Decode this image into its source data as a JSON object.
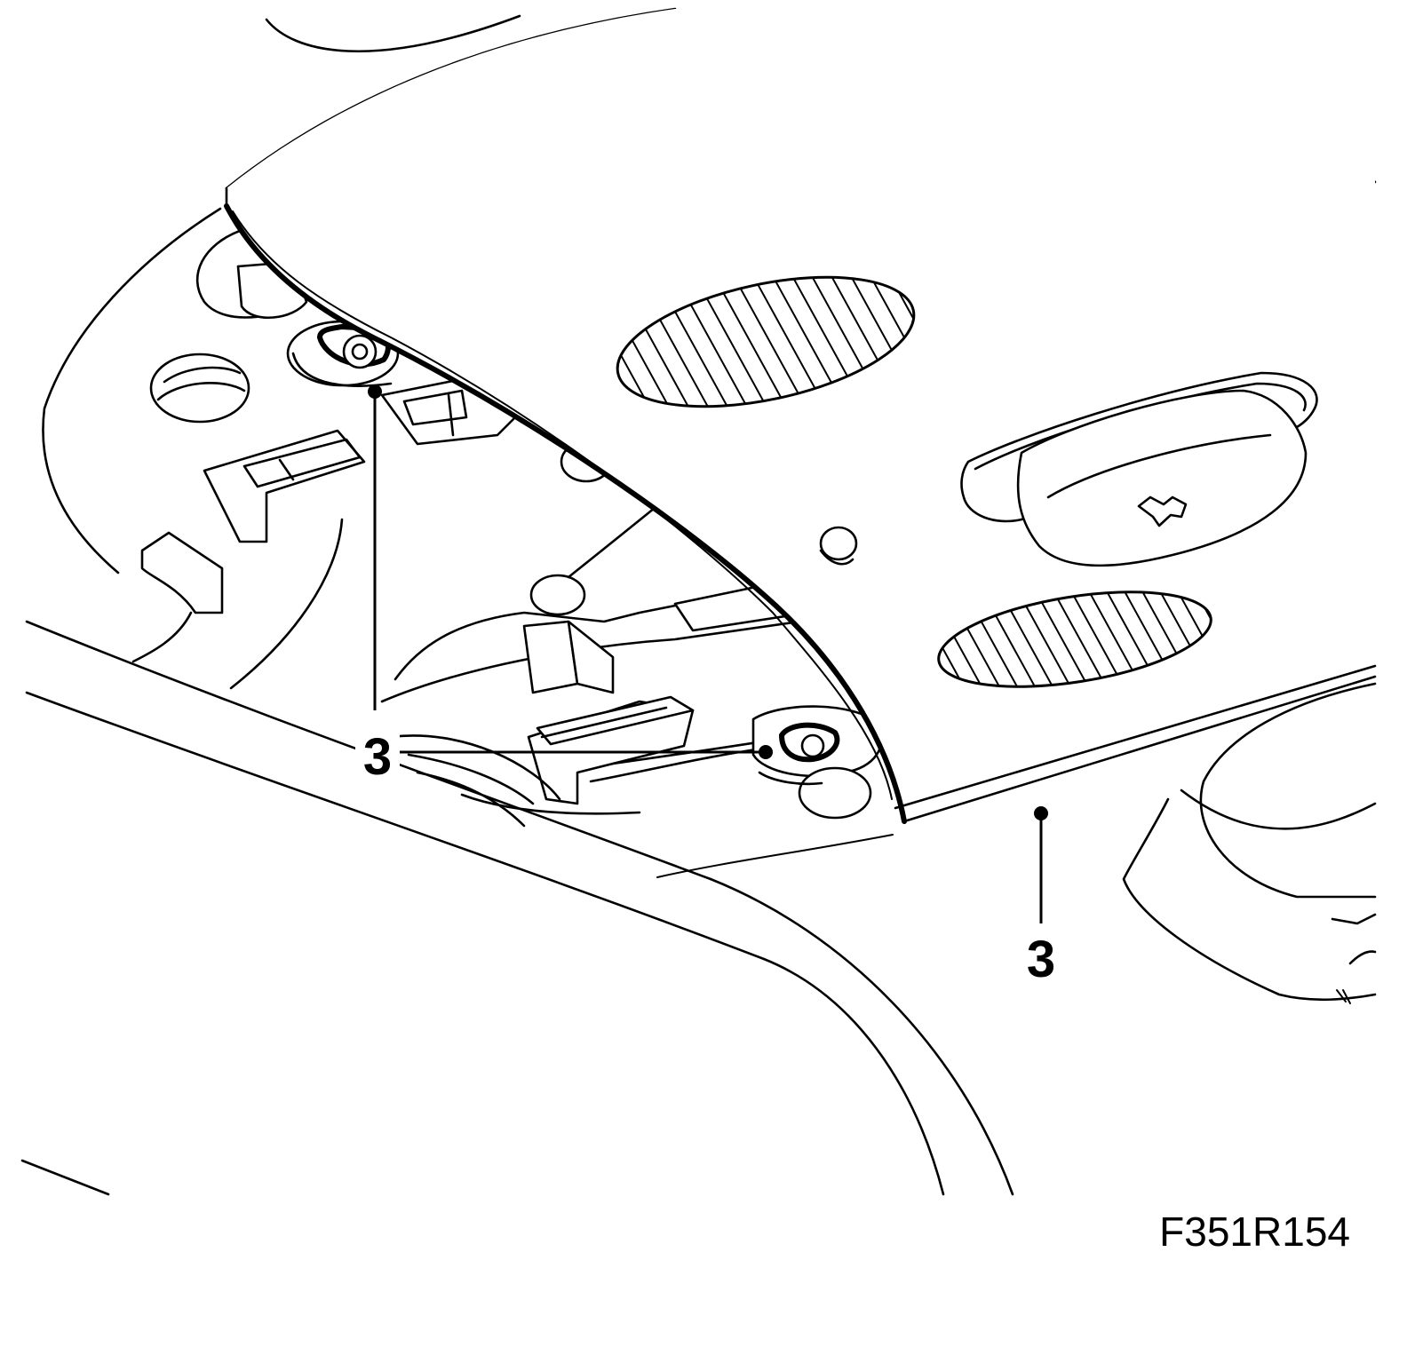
{
  "figure_id": "F351R154",
  "callouts": [
    {
      "label": "3"
    },
    {
      "label": "3"
    }
  ]
}
